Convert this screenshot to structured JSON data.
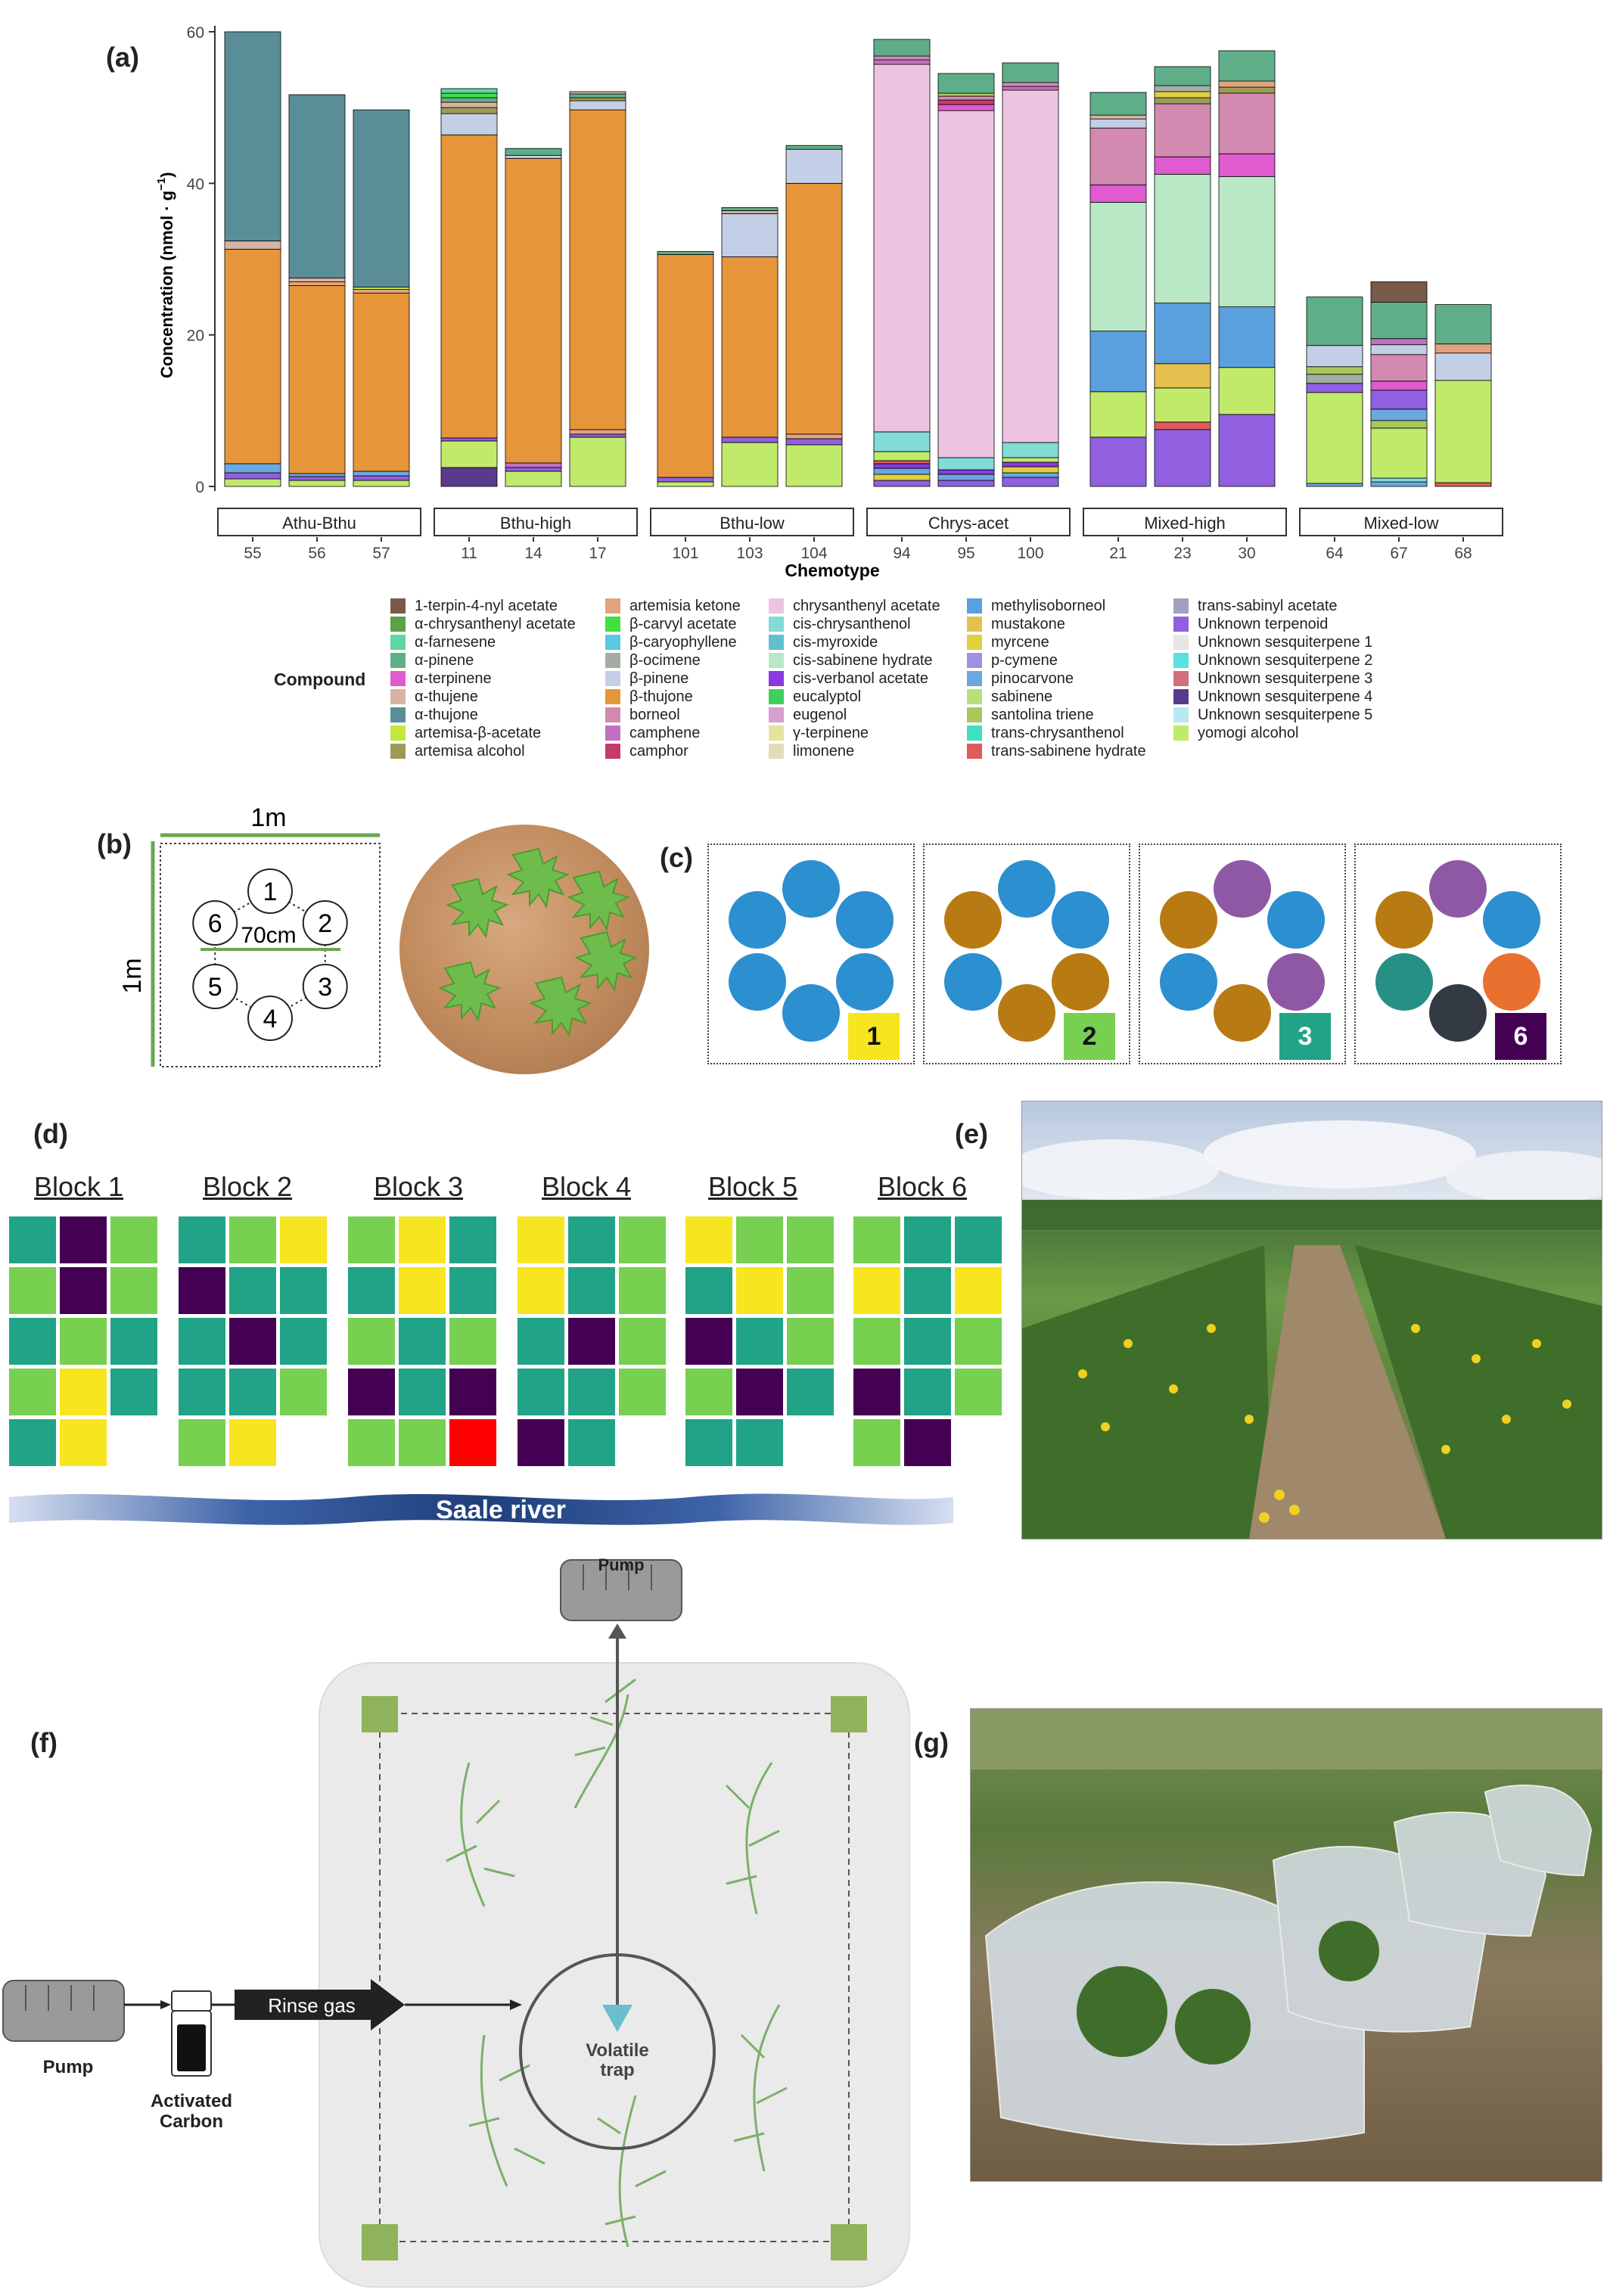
{
  "panel_letters": {
    "a": "(a)",
    "b": "(b)",
    "c": "(c)",
    "d": "(d)",
    "e": "(e)",
    "f": "(f)",
    "g": "(g)"
  },
  "chart_data": {
    "type": "stacked-bar",
    "title": "",
    "xlabel": "Chemotype",
    "ylabel_main": "Concentration (nmol · g",
    "ylabel_sup": "−1",
    "ylabel_end": ")",
    "ylim": [
      0,
      60
    ],
    "yticks": [
      0,
      20,
      40,
      60
    ],
    "grid": false,
    "legend_title": "Compound",
    "groups": [
      {
        "name": "Athu-Bthu",
        "bars": [
          "55",
          "56",
          "57"
        ]
      },
      {
        "name": "Bthu-high",
        "bars": [
          "11",
          "14",
          "17"
        ]
      },
      {
        "name": "Bthu-low",
        "bars": [
          "101",
          "103",
          "104"
        ]
      },
      {
        "name": "Chrys-acet",
        "bars": [
          "94",
          "95",
          "100"
        ]
      },
      {
        "name": "Mixed-high",
        "bars": [
          "21",
          "23",
          "30"
        ]
      },
      {
        "name": "Mixed-low",
        "bars": [
          "64",
          "67",
          "68"
        ]
      }
    ],
    "compounds": [
      {
        "name": "1-terpin-4-nyl acetate",
        "color": "#7a5a48"
      },
      {
        "name": "α-chrysanthenyl acetate",
        "color": "#5fa046"
      },
      {
        "name": "α-farnesene",
        "color": "#5ed6a5"
      },
      {
        "name": "α-pinene",
        "color": "#5fae8a"
      },
      {
        "name": "α-terpinene",
        "color": "#e05ad0"
      },
      {
        "name": "α-thujene",
        "color": "#d8b2a2"
      },
      {
        "name": "α-thujone",
        "color": "#5a8e96"
      },
      {
        "name": "artemisa-β-acetate",
        "color": "#c2e83a"
      },
      {
        "name": "artemisa alcohol",
        "color": "#9d9a58"
      },
      {
        "name": "artemisia ketone",
        "color": "#e3a27e"
      },
      {
        "name": "β-carvyl acetate",
        "color": "#3fe03f"
      },
      {
        "name": "β-caryophyllene",
        "color": "#5ac8e0"
      },
      {
        "name": "β-ocimene",
        "color": "#a3aea3"
      },
      {
        "name": "β-pinene",
        "color": "#c2cfe6"
      },
      {
        "name": "β-thujone",
        "color": "#e6953a"
      },
      {
        "name": "borneol",
        "color": "#d28ab0"
      },
      {
        "name": "camphene",
        "color": "#c070c0"
      },
      {
        "name": "camphor",
        "color": "#c43a6a"
      },
      {
        "name": "chrysanthenyl acetate",
        "color": "#ecc4e2"
      },
      {
        "name": "cis-chrysanthenol",
        "color": "#80dcd4"
      },
      {
        "name": "cis-myroxide",
        "color": "#60c0d0"
      },
      {
        "name": "cis-sabinene hydrate",
        "color": "#b8e8c6"
      },
      {
        "name": "cis-verbanol acetate",
        "color": "#8a3ae0"
      },
      {
        "name": "eucalyptol",
        "color": "#3ed05a"
      },
      {
        "name": "eugenol",
        "color": "#d8a0d0"
      },
      {
        "name": "γ-terpinene",
        "color": "#e4e4a0"
      },
      {
        "name": "limonene",
        "color": "#e4dcb8"
      },
      {
        "name": "methylisoborneol",
        "color": "#5aa0de"
      },
      {
        "name": "mustakone",
        "color": "#e6c04e"
      },
      {
        "name": "myrcene",
        "color": "#e0d040"
      },
      {
        "name": "p-cymene",
        "color": "#a090e0"
      },
      {
        "name": "pinocarvone",
        "color": "#6aa8de"
      },
      {
        "name": "sabinene",
        "color": "#b8e07a"
      },
      {
        "name": "santolina triene",
        "color": "#a8c85a"
      },
      {
        "name": "trans-chrysanthenol",
        "color": "#3ee0c0"
      },
      {
        "name": "trans-sabinene hydrate",
        "color": "#e05a5a"
      },
      {
        "name": "trans-sabinyl acetate",
        "color": "#a0a0c0"
      },
      {
        "name": "Unknown terpenoid",
        "color": "#9060e0"
      },
      {
        "name": "Unknown sesquiterpene 1",
        "color": "#e6e6e6"
      },
      {
        "name": "Unknown sesquiterpene 2",
        "color": "#5ae0e0"
      },
      {
        "name": "Unknown sesquiterpene 3",
        "color": "#d0707a"
      },
      {
        "name": "Unknown sesquiterpene 4",
        "color": "#5a3a8a"
      },
      {
        "name": "Unknown sesquiterpene 5",
        "color": "#b8e8f0"
      },
      {
        "name": "yomogi alcohol",
        "color": "#c2ea6a"
      }
    ],
    "bars": [
      {
        "id": "55",
        "segments": [
          [
            "yomogi alcohol",
            1.0
          ],
          [
            "Unknown terpenoid",
            0.8
          ],
          [
            "pinocarvone",
            1.2
          ],
          [
            "β-thujone",
            28.3
          ],
          [
            "α-thujene",
            1.1
          ],
          [
            "α-thujone",
            27.6
          ]
        ]
      },
      {
        "id": "56",
        "segments": [
          [
            "yomogi alcohol",
            0.8
          ],
          [
            "Unknown terpenoid",
            0.5
          ],
          [
            "pinocarvone",
            0.4
          ],
          [
            "β-thujone",
            24.8
          ],
          [
            "artemisia ketone",
            0.5
          ],
          [
            "α-thujene",
            0.5
          ],
          [
            "α-thujone",
            24.2
          ]
        ]
      },
      {
        "id": "57",
        "segments": [
          [
            "yomogi alcohol",
            0.8
          ],
          [
            "Unknown terpenoid",
            0.6
          ],
          [
            "pinocarvone",
            0.6
          ],
          [
            "β-thujone",
            23.5
          ],
          [
            "artemisia ketone",
            0.5
          ],
          [
            "artemisa-β-acetate",
            0.3
          ],
          [
            "α-thujone",
            23.4
          ]
        ]
      },
      {
        "id": "11",
        "segments": [
          [
            "Unknown sesquiterpene 4",
            2.5
          ],
          [
            "yomogi alcohol",
            3.5
          ],
          [
            "Unknown terpenoid",
            0.4
          ],
          [
            "β-thujone",
            40.0
          ],
          [
            "β-pinene",
            2.8
          ],
          [
            "artemisa alcohol",
            0.8
          ],
          [
            "α-thujene",
            0.7
          ],
          [
            "α-pinene",
            0.6
          ],
          [
            "β-carvyl acetate",
            0.6
          ],
          [
            "α-farnesene",
            0.6
          ]
        ]
      },
      {
        "id": "14",
        "segments": [
          [
            "yomogi alcohol",
            2.0
          ],
          [
            "Unknown terpenoid",
            0.5
          ],
          [
            "camphene",
            0.6
          ],
          [
            "β-thujone",
            40.2
          ],
          [
            "β-pinene",
            0.4
          ],
          [
            "α-pinene",
            0.9
          ]
        ]
      },
      {
        "id": "17",
        "segments": [
          [
            "yomogi alcohol",
            6.5
          ],
          [
            "Unknown terpenoid",
            0.4
          ],
          [
            "artemisia ketone",
            0.6
          ],
          [
            "β-thujone",
            42.2
          ],
          [
            "β-pinene",
            1.2
          ],
          [
            "artemisa alcohol",
            0.4
          ],
          [
            "α-pinene",
            0.5
          ],
          [
            "α-thujene",
            0.3
          ]
        ]
      },
      {
        "id": "101",
        "segments": [
          [
            "yomogi alcohol",
            0.6
          ],
          [
            "Unknown terpenoid",
            0.6
          ],
          [
            "β-thujone",
            29.4
          ],
          [
            "α-pinene",
            0.4
          ]
        ]
      },
      {
        "id": "103",
        "segments": [
          [
            "yomogi alcohol",
            5.8
          ],
          [
            "Unknown terpenoid",
            0.7
          ],
          [
            "β-thujone",
            23.8
          ],
          [
            "β-pinene",
            5.7
          ],
          [
            "α-thujene",
            0.4
          ],
          [
            "α-pinene",
            0.4
          ]
        ]
      },
      {
        "id": "104",
        "segments": [
          [
            "yomogi alcohol",
            5.5
          ],
          [
            "Unknown terpenoid",
            0.8
          ],
          [
            "artemisia ketone",
            0.6
          ],
          [
            "β-thujone",
            33.1
          ],
          [
            "β-pinene",
            4.5
          ],
          [
            "α-pinene",
            0.5
          ]
        ]
      },
      {
        "id": "94",
        "segments": [
          [
            "Unknown terpenoid",
            0.8
          ],
          [
            "myrcene",
            0.8
          ],
          [
            "pinocarvone",
            0.8
          ],
          [
            "cis-verbanol acetate",
            0.6
          ],
          [
            "trans-sabinene hydrate",
            0.4
          ],
          [
            "yomogi alcohol",
            1.2
          ],
          [
            "cis-chrysanthenol",
            2.6
          ],
          [
            "chrysanthenyl acetate",
            48.5
          ],
          [
            "camphene",
            0.6
          ],
          [
            "borneol",
            0.5
          ],
          [
            "α-pinene",
            2.2
          ]
        ]
      },
      {
        "id": "95",
        "segments": [
          [
            "Unknown terpenoid",
            0.8
          ],
          [
            "pinocarvone",
            0.8
          ],
          [
            "cis-verbanol acetate",
            0.6
          ],
          [
            "cis-chrysanthenol",
            1.6
          ],
          [
            "chrysanthenyl acetate",
            45.8
          ],
          [
            "α-terpinene",
            0.8
          ],
          [
            "camphor",
            0.6
          ],
          [
            "borneol",
            0.5
          ],
          [
            "santolina triene",
            0.4
          ],
          [
            "α-pinene",
            2.6
          ]
        ]
      },
      {
        "id": "100",
        "segments": [
          [
            "Unknown terpenoid",
            1.2
          ],
          [
            "pinocarvone",
            0.6
          ],
          [
            "myrcene",
            0.8
          ],
          [
            "cis-verbanol acetate",
            0.6
          ],
          [
            "yomogi alcohol",
            0.6
          ],
          [
            "cis-chrysanthenol",
            2.0
          ],
          [
            "chrysanthenyl acetate",
            46.5
          ],
          [
            "camphene",
            0.5
          ],
          [
            "borneol",
            0.5
          ],
          [
            "α-pinene",
            2.6
          ]
        ]
      },
      {
        "id": "21",
        "segments": [
          [
            "Unknown terpenoid",
            6.5
          ],
          [
            "yomogi alcohol",
            6.0
          ],
          [
            "methylisoborneol",
            8.0
          ],
          [
            "cis-sabinene hydrate",
            17.0
          ],
          [
            "α-terpinene",
            2.3
          ],
          [
            "borneol",
            7.5
          ],
          [
            "β-pinene",
            1.2
          ],
          [
            "α-thujene",
            0.5
          ],
          [
            "α-pinene",
            3.0
          ]
        ]
      },
      {
        "id": "23",
        "segments": [
          [
            "Unknown terpenoid",
            7.5
          ],
          [
            "trans-sabinene hydrate",
            1.0
          ],
          [
            "yomogi alcohol",
            4.5
          ],
          [
            "mustakone",
            3.2
          ],
          [
            "methylisoborneol",
            8.0
          ],
          [
            "cis-sabinene hydrate",
            17.0
          ],
          [
            "α-terpinene",
            2.3
          ],
          [
            "borneol",
            7.0
          ],
          [
            "artemisa alcohol",
            0.8
          ],
          [
            "myrcene",
            0.8
          ],
          [
            "β-ocimene",
            0.8
          ],
          [
            "α-pinene",
            2.5
          ]
        ]
      },
      {
        "id": "30",
        "segments": [
          [
            "Unknown terpenoid",
            9.5
          ],
          [
            "yomogi alcohol",
            6.2
          ],
          [
            "methylisoborneol",
            8.0
          ],
          [
            "cis-sabinene hydrate",
            17.2
          ],
          [
            "α-terpinene",
            3.0
          ],
          [
            "borneol",
            8.0
          ],
          [
            "artemisa alcohol",
            0.8
          ],
          [
            "artemisia ketone",
            0.8
          ],
          [
            "α-pinene",
            4.0
          ]
        ]
      },
      {
        "id": "64",
        "segments": [
          [
            "pinocarvone",
            0.4
          ],
          [
            "yomogi alcohol",
            12.0
          ],
          [
            "Unknown terpenoid",
            1.2
          ],
          [
            "β-ocimene",
            1.2
          ],
          [
            "santolina triene",
            1.0
          ],
          [
            "β-pinene",
            2.8
          ],
          [
            "α-pinene",
            6.4
          ]
        ]
      },
      {
        "id": "67",
        "segments": [
          [
            "pinocarvone",
            0.6
          ],
          [
            "cis-chrysanthenol",
            0.5
          ],
          [
            "yomogi alcohol",
            6.6
          ],
          [
            "santolina triene",
            1.0
          ],
          [
            "pinocarvone",
            1.5
          ],
          [
            "Unknown terpenoid",
            2.5
          ],
          [
            "α-terpinene",
            1.2
          ],
          [
            "borneol",
            3.5
          ],
          [
            "β-pinene",
            1.3
          ],
          [
            "camphene",
            0.8
          ],
          [
            "α-pinene",
            4.8
          ],
          [
            "1-terpin-4-nyl acetate",
            2.7
          ]
        ]
      },
      {
        "id": "68",
        "segments": [
          [
            "trans-sabinene hydrate",
            0.5
          ],
          [
            "yomogi alcohol",
            13.5
          ],
          [
            "β-pinene",
            3.6
          ],
          [
            "artemisia ketone",
            1.2
          ],
          [
            "α-pinene",
            5.2
          ]
        ]
      }
    ]
  },
  "panel_b": {
    "width_label": "1m",
    "height_label": "1m",
    "spacing_label": "70cm",
    "positions": [
      "1",
      "2",
      "3",
      "4",
      "5",
      "6"
    ]
  },
  "panel_c": {
    "mixtures": [
      {
        "label": "1",
        "label_color": "#f6e51f",
        "label_text_color": "#111111",
        "colors": [
          "#2b8fd0",
          "#2b8fd0",
          "#2b8fd0",
          "#2b8fd0",
          "#2b8fd0",
          "#2b8fd0"
        ]
      },
      {
        "label": "2",
        "label_color": "#77d050",
        "label_text_color": "#111111",
        "colors": [
          "#2b8fd0",
          "#2b8fd0",
          "#b87a12",
          "#b87a12",
          "#2b8fd0",
          "#b87a12"
        ]
      },
      {
        "label": "3",
        "label_color": "#20a386",
        "label_text_color": "#ffffff",
        "colors": [
          "#8e58a4",
          "#2b8fd0",
          "#8e58a4",
          "#b87a12",
          "#2b8fd0",
          "#b87a12"
        ]
      },
      {
        "label": "6",
        "label_color": "#440154",
        "label_text_color": "#ffffff",
        "colors": [
          "#8e58a4",
          "#2b8fd0",
          "#ea7030",
          "#333a44",
          "#279085",
          "#b87a12"
        ]
      }
    ]
  },
  "panel_d": {
    "blocks": [
      {
        "title": "Block 1",
        "cells": [
          "t",
          "p",
          "g",
          "g",
          "p",
          "g",
          "t",
          "g",
          "t",
          "g",
          "y",
          "t",
          "t",
          "y",
          ""
        ]
      },
      {
        "title": "Block 2",
        "cells": [
          "t",
          "g",
          "y",
          "p",
          "t",
          "t",
          "t",
          "p",
          "t",
          "t",
          "t",
          "g",
          "g",
          "y",
          ""
        ]
      },
      {
        "title": "Block 3",
        "cells": [
          "g",
          "y",
          "t",
          "t",
          "y",
          "t",
          "g",
          "t",
          "g",
          "p",
          "t",
          "p",
          "g",
          "g",
          "r"
        ]
      },
      {
        "title": "Block 4",
        "cells": [
          "y",
          "t",
          "g",
          "y",
          "t",
          "g",
          "t",
          "p",
          "g",
          "t",
          "t",
          "g",
          "p",
          "t",
          ""
        ]
      },
      {
        "title": "Block 5",
        "cells": [
          "y",
          "g",
          "g",
          "t",
          "y",
          "g",
          "p",
          "t",
          "g",
          "g",
          "p",
          "t",
          "t",
          "t",
          ""
        ]
      },
      {
        "title": "Block 6",
        "cells": [
          "g",
          "t",
          "t",
          "y",
          "t",
          "y",
          "g",
          "t",
          "g",
          "p",
          "t",
          "g",
          "g",
          "p",
          ""
        ]
      }
    ],
    "palette": {
      "t": "#20a386",
      "g": "#77d050",
      "y": "#f6e51f",
      "p": "#440154",
      "r": "#ff0000"
    },
    "river_label": "Saale river"
  },
  "panel_f": {
    "pump_top": "Pump",
    "pump_left": "Pump",
    "carbon_label_1": "Activated",
    "carbon_label_2": "Carbon",
    "rinse_label": "Rinse gas",
    "trap_label_1": "Volatile",
    "trap_label_2": "trap"
  }
}
